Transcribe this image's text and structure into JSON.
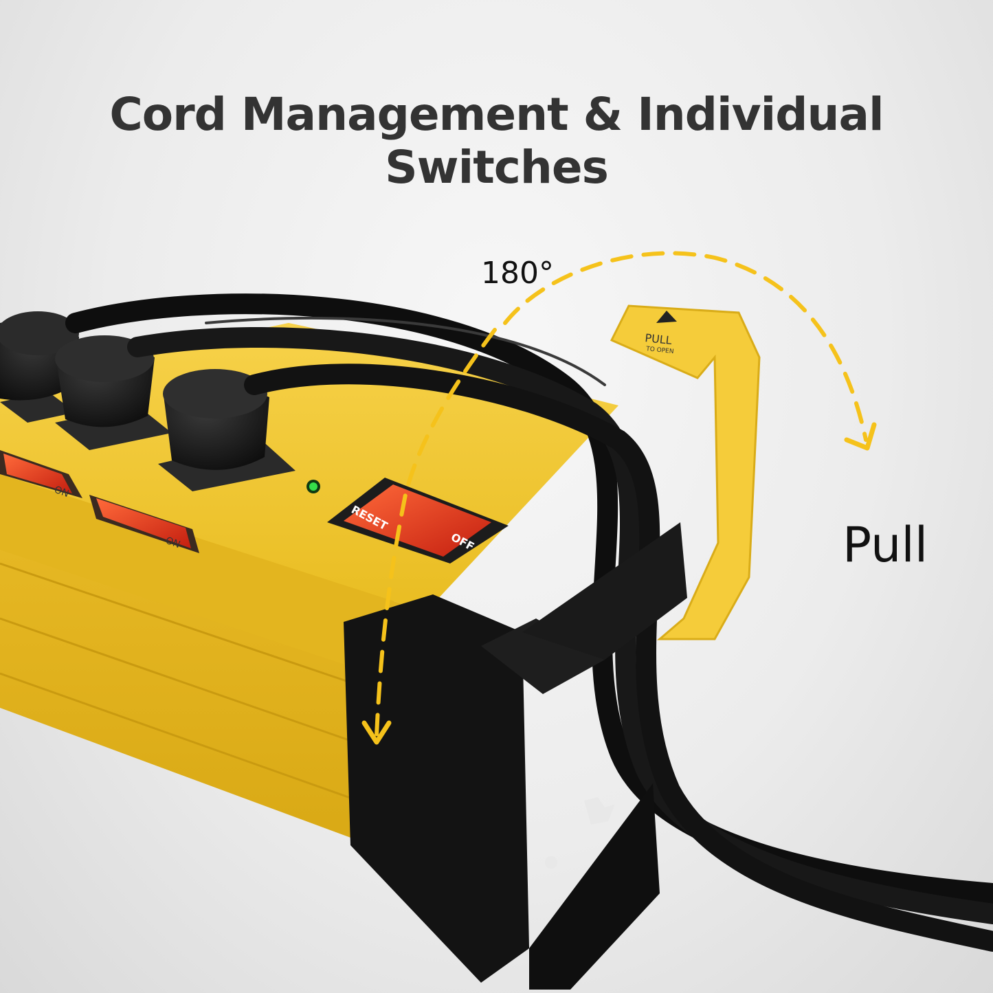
{
  "headline": "Cord Management & Individual Switches",
  "labels": {
    "angle": "180°",
    "pull": "Pull"
  },
  "product": {
    "reset_text": "RESET",
    "off_text": "OFF",
    "on_text": "ON",
    "hook_pull_text": "PULL",
    "hook_open_text": "TO OPEN"
  },
  "colors": {
    "housing_yellow": "#f2c72c",
    "hook_yellow": "#f5cc3a",
    "arrow_yellow": "#f5c21b",
    "switch_red": "#e8321b",
    "indicator_green": "#35e04a",
    "cord_black": "#111111",
    "headline_gray": "#333333"
  }
}
